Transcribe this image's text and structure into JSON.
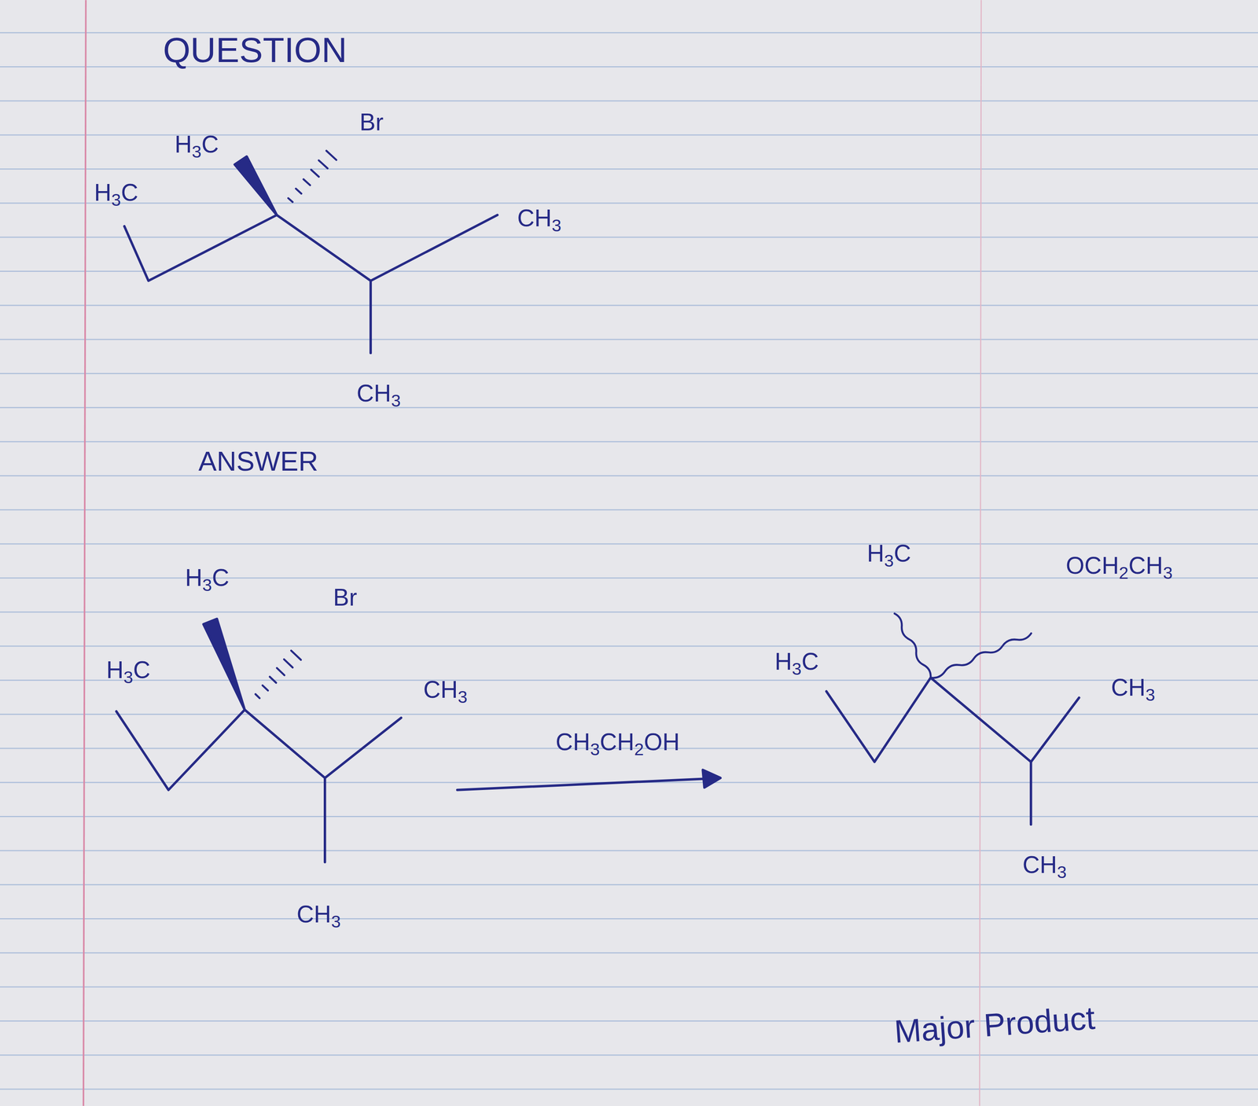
{
  "diagram": {
    "labels": [
      "QUESTION",
      "H3C",
      "H3C",
      "Br",
      "CH3",
      "CH3",
      "ANSWER",
      "H3C",
      "H3C",
      "Br",
      "CH3",
      "CH3",
      "CH3CH2OH",
      "H3C",
      "OCH2CH3",
      "H3C",
      "CH3",
      "CH3",
      "Major Product"
    ]
  }
}
